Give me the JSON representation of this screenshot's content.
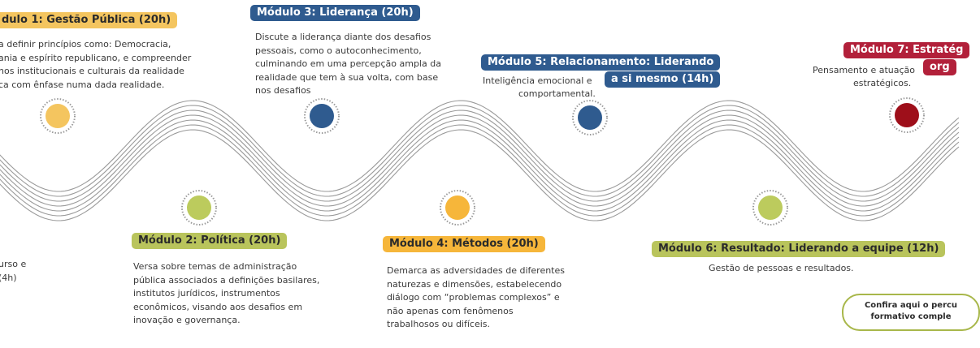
{
  "colors": {
    "wave": "#9a9a9a",
    "orange": "#f4c55f",
    "orange_deep": "#f6b63a",
    "green": "#b9c45c",
    "green_node": "#bccb5d",
    "blue": "#2f5b8f",
    "red": "#b2203a",
    "dark_red": "#9e0f1a"
  },
  "modules": [
    {
      "id": "m1",
      "title": "dulo 1: Gestão Pública (20h)",
      "lines": [
        "a definir princípios como: Democracia,",
        "ania e espírito republicano, e compreender",
        "hos institucionais e culturais da realidade",
        "ca com ênfase numa dada realidade."
      ]
    },
    {
      "id": "m2",
      "title": "Módulo 2: Política (20h)",
      "lines": [
        "Versa sobre temas de administração",
        "pública associados a definições basilares,",
        "institutos jurídicos, instrumentos",
        "econômicos, visando aos desafios em",
        "inovação e governança."
      ]
    },
    {
      "id": "m3",
      "title": "Módulo 3: Liderança (20h)",
      "lines": [
        "Discute a liderança diante dos desafios",
        "pessoais, como o autoconhecimento,",
        "culminando em uma percepção ampla da",
        "realidade que tem à sua volta, com base",
        "nos desafios"
      ]
    },
    {
      "id": "m4",
      "title": "Módulo 4: Métodos (20h)",
      "lines": [
        "Demarca as adversidades de diferentes",
        "naturezas e dimensões, estabelecendo",
        "diálogo com “problemas complexos” e",
        "não apenas com fenômenos",
        "trabalhosos ou difíceis."
      ]
    },
    {
      "id": "m5",
      "title_line1": "Módulo 5: Relacionamento: Liderando",
      "title_line2": "a si mesmo (14h)",
      "lines": [
        "Inteligência emocional e",
        "comportamental."
      ]
    },
    {
      "id": "m6",
      "title": "Módulo 6: Resultado: Liderando a equipe (12h)",
      "lines": [
        "Gestão de pessoas e resultados."
      ]
    },
    {
      "id": "m7",
      "title_line1": "Módulo 7: Estratég",
      "title_line2": "org",
      "lines": [
        "Pensamento e atuação",
        "estratégicos."
      ]
    },
    {
      "id": "m0",
      "lines": [
        "urso e",
        "(4h)"
      ]
    }
  ],
  "cta": {
    "line1": "Confira aqui o percu",
    "line2": "formativo comple"
  }
}
